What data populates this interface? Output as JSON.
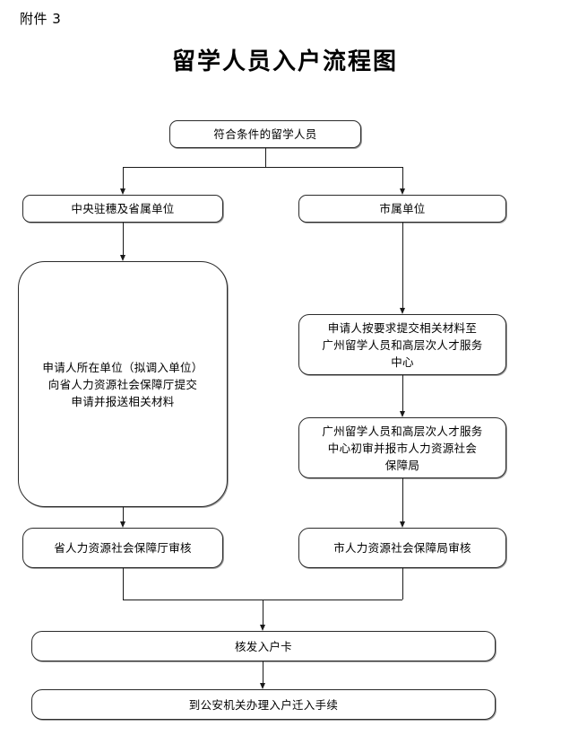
{
  "document": {
    "attachment_label": "附件 3",
    "title": "留学人员入户流程图"
  },
  "chart_data": {
    "type": "diagram",
    "title": "留学人员入户流程图",
    "nodes": [
      {
        "id": "start",
        "label": "符合条件的留学人员"
      },
      {
        "id": "left-branch",
        "label": "中央驻穗及省属单位"
      },
      {
        "id": "right-branch",
        "label": "市属单位"
      },
      {
        "id": "left-step-1",
        "label": "申请人所在单位（拟调入单位）\n向省人力资源社会保障厅提交\n申请并报送相关材料"
      },
      {
        "id": "right-step-1",
        "label": "申请人按要求提交相关材料至\n广州留学人员和高层次人才服务\n中心"
      },
      {
        "id": "right-step-2",
        "label": "广州留学人员和高层次人才服务\n中心初审并报市人力资源社会\n保障局"
      },
      {
        "id": "left-step-2",
        "label": "省人力资源社会保障厅审核"
      },
      {
        "id": "right-step-3",
        "label": "市人力资源社会保障局审核"
      },
      {
        "id": "merge-1",
        "label": "核发入户卡"
      },
      {
        "id": "merge-2",
        "label": "到公安机关办理入户迁入手续"
      }
    ],
    "edges": [
      {
        "from": "start",
        "to": "left-branch"
      },
      {
        "from": "start",
        "to": "right-branch"
      },
      {
        "from": "left-branch",
        "to": "left-step-1"
      },
      {
        "from": "right-branch",
        "to": "right-step-1"
      },
      {
        "from": "right-step-1",
        "to": "right-step-2"
      },
      {
        "from": "left-step-1",
        "to": "left-step-2"
      },
      {
        "from": "right-step-2",
        "to": "right-step-3"
      },
      {
        "from": "left-step-2",
        "to": "merge-1"
      },
      {
        "from": "right-step-3",
        "to": "merge-1"
      },
      {
        "from": "merge-1",
        "to": "merge-2"
      }
    ],
    "colors": {
      "node_border": "#2b2b2b",
      "node_fill": "#ffffff",
      "connector": "#1a1a1a",
      "text": "#000000"
    }
  }
}
